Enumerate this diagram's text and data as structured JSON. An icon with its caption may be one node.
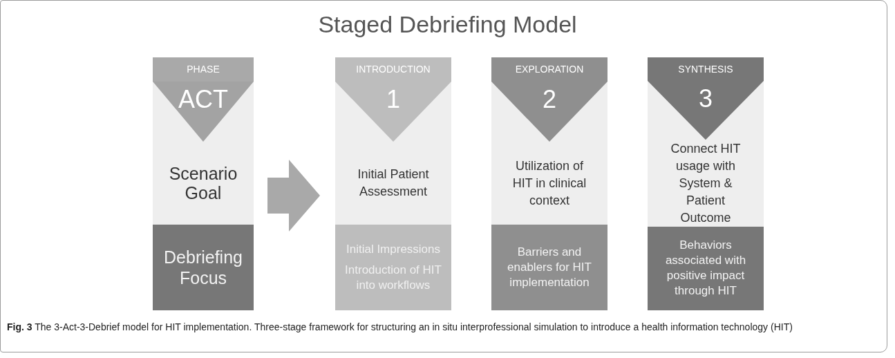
{
  "diagram": {
    "title": "Staged Debriefing Model",
    "nodes": [
      {
        "text": [],
        "shape": "box"
      },
      {
        "text": [
          "PHASE"
        ],
        "in": 0
      },
      {
        "text": [
          "ACT"
        ],
        "in": 0
      },
      {
        "text": [
          "Scenario Goal"
        ],
        "in": 0
      },
      {
        "text": [
          "Debriefing Focus"
        ],
        "in": 0
      },
      {
        "text": [],
        "shape": "box"
      },
      {
        "text": [
          "INTRODUCTION"
        ],
        "in": 5
      },
      {
        "text": [
          "1"
        ],
        "in": 5
      },
      {
        "text": [
          "Initial Patient Assessment"
        ],
        "in": 5
      },
      {
        "text": [
          "Initial Impressions",
          "Introduction of HIT into workflows"
        ],
        "in": 5
      },
      {
        "text": [],
        "shape": "box"
      },
      {
        "text": [
          "EXPLORATION"
        ],
        "in": 10
      },
      {
        "text": [
          "2"
        ],
        "in": 10
      },
      {
        "text": [
          "Utilization of HIT in clinical context"
        ],
        "in": 10
      },
      {
        "text": [
          "Barriers and enablers for HIT implementation"
        ],
        "in": 10
      },
      {
        "text": [],
        "shape": "box"
      },
      {
        "text": [
          "SYNTHESIS"
        ],
        "in": 15
      },
      {
        "text": [
          "3"
        ],
        "in": 15
      },
      {
        "text": [
          "Connect HIT usage with System & Patient Outcome"
        ],
        "in": 15
      },
      {
        "text": [
          "Behaviors associated with positive impact through HIT"
        ],
        "in": 15
      }
    ],
    "edges": [
      {
        "from": 0,
        "to": 5,
        "arrow": "to",
        "style": "thick"
      }
    ],
    "caption": "**Fig. 3** The 3-Act-3-Debrief model for HIT implementation. Three-stage framework for structuring an in situ interprofessional simulation to introduce a health information technology (HIT)"
  }
}
